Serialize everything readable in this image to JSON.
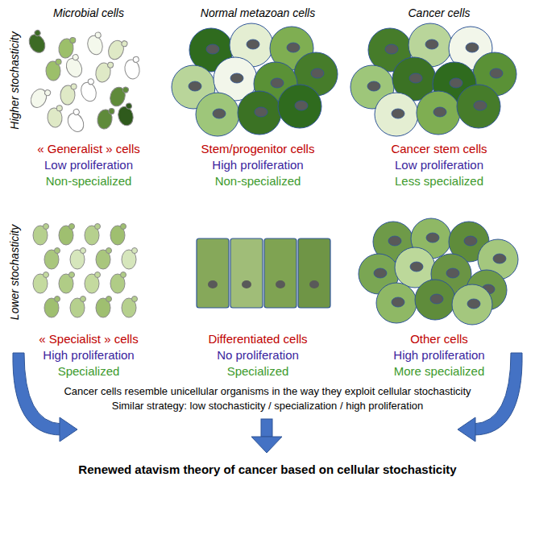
{
  "diagram": {
    "labels": [
      "Microbial cells",
      "Normal metazoan cells",
      "Cancer cells",
      "Higher stochasticity",
      "Lower stochasticity",
      "« Generalist » cells",
      "Low proliferation",
      "Non-specialized",
      "Stem/progenitor cells",
      "High proliferation",
      "Non-specialized",
      "Cancer stem cells",
      "Low proliferation",
      "Less specialized",
      "« Specialist » cells",
      "High proliferation",
      "Specialized",
      "Differentiated cells",
      "No proliferation",
      "Specialized",
      "Other cells",
      "High proliferation",
      "More specialized",
      "Cancer cells resemble unicellular organisms in the way they exploit cellular stochasticity",
      "Similar strategy: low stochasticity / specialization / high proliferation",
      "Renewed atavism theory of cancer based on cellular stochasticity"
    ]
  }
}
